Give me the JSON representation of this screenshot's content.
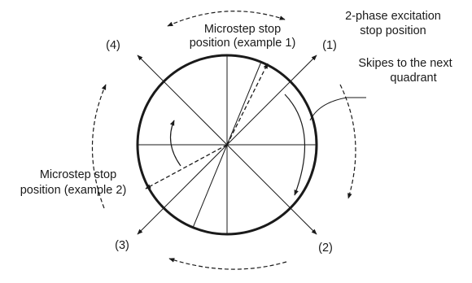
{
  "labels": {
    "pos1": "(1)",
    "pos2": "(2)",
    "pos3": "(3)",
    "pos4": "(4)",
    "two_phase_line1": "2-phase excitation",
    "two_phase_line2": "stop position",
    "skip_line1": "Skipes to the next",
    "skip_line2": "quadrant",
    "micro1_line1": "Microstep stop",
    "micro1_line2": "position (example 1)",
    "micro2_line1": "Microstep stop",
    "micro2_line2": "position (example 2)"
  },
  "colors": {
    "line": "#1a1a1a",
    "background": "#ffffff"
  }
}
